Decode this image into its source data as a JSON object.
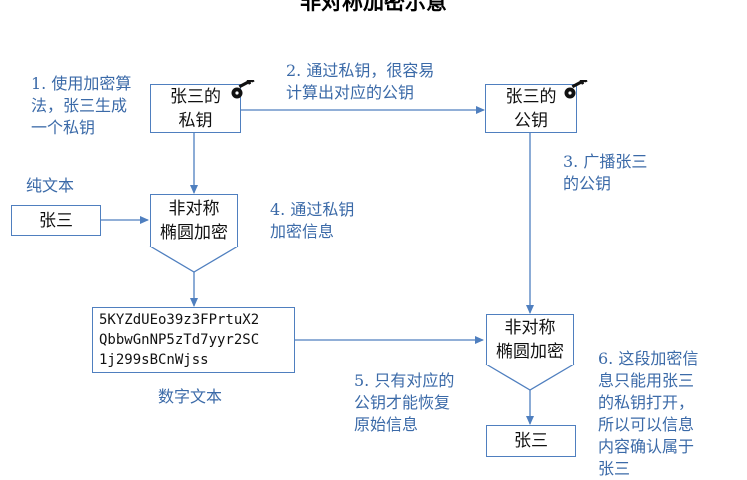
{
  "title": "非对称加密示意",
  "boxes": {
    "private_key": [
      "张三的",
      "私钥"
    ],
    "public_key": [
      "张三的",
      "公钥"
    ],
    "plaintext": "张三",
    "encrypt": [
      "非对称",
      "椭圆加密"
    ],
    "ciphertext": [
      "5KYZdUEo39z3FPrtuX2",
      "QbbwGnNP5zTd7yyr2SC",
      "1j299sBCnWjss"
    ],
    "decrypt": [
      "非对称",
      "椭圆加密"
    ],
    "result": "张三"
  },
  "notes": {
    "step1": "1. 使用加密算\n法，张三生成\n一个私钥",
    "step2": "2. 通过私钥，很容易\n计算出对应的公钥",
    "step3": "3. 广播张三\n的公钥",
    "step4": "4. 通过私钥\n加密信息",
    "step5": "5. 只有对应的\n公钥才能恢复\n原始信息",
    "step6": "6. 这段加密信\n息只能用张三\n的私钥打开，\n所以可以信息\n内容确认属于\n张三",
    "plain_label": "纯文本",
    "cipher_label": "数字文本"
  },
  "colors": {
    "line": "#4f7fbf",
    "note": "#3b6aa8",
    "key": "#111111"
  },
  "icons": {
    "key1": "key-icon",
    "key2": "key-icon"
  }
}
